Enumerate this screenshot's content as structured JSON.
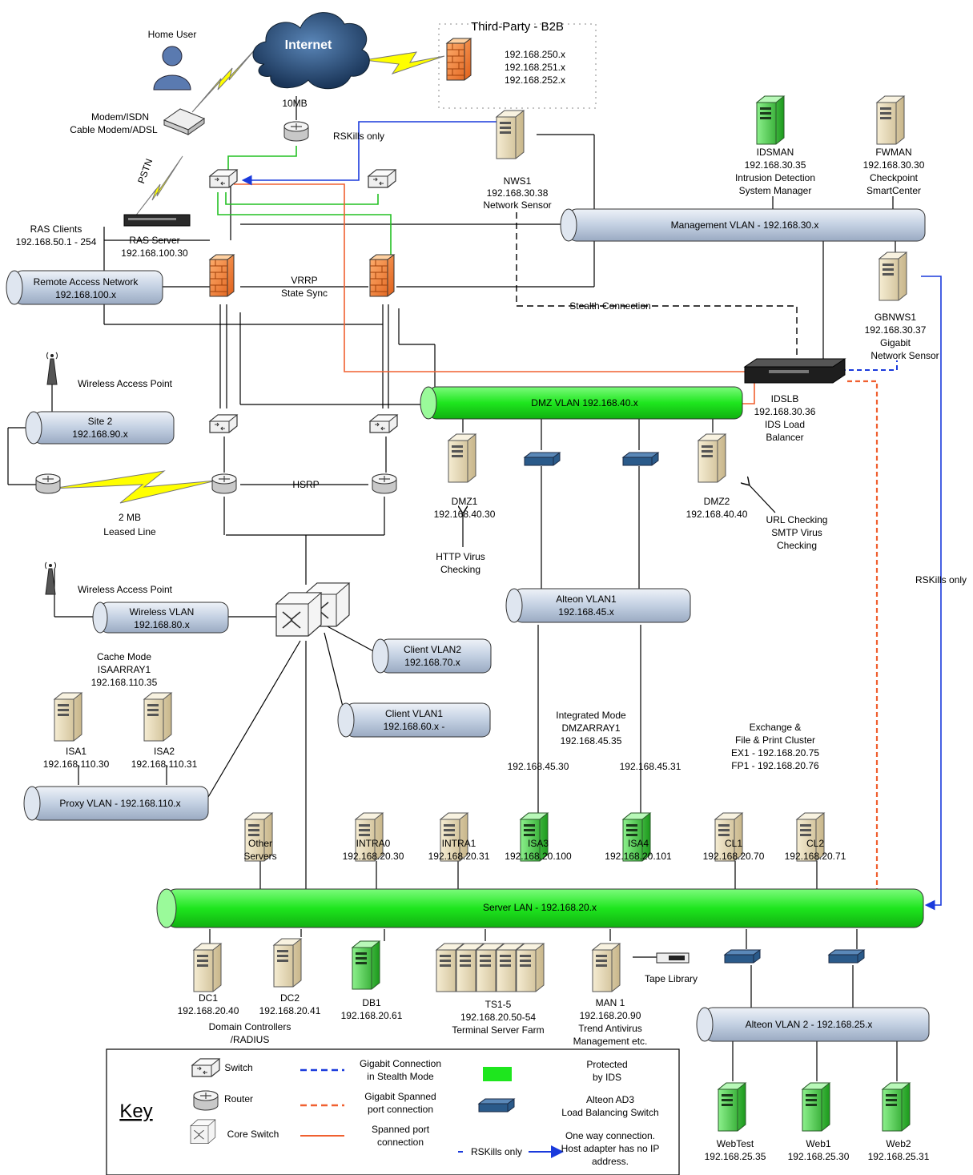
{
  "third_party": {
    "title": "Third-Party - B2B",
    "nets": [
      "192.168.250.x",
      "192.168.251.x",
      "192.168.252.x"
    ]
  },
  "internet": {
    "label": "Internet",
    "speed": "10MB"
  },
  "home_user": "Home User",
  "modem": [
    "Modem/ISDN",
    "Cable Modem/ADSL"
  ],
  "pstn": "PSTN",
  "rskills_top": "RSKills only",
  "rskills_right": "RSKills only",
  "nws1": [
    "NWS1",
    "192.168.30.38",
    "Network Sensor"
  ],
  "idsman": [
    "IDSMAN",
    "192.168.30.35",
    "Intrusion Detection",
    "System Manager"
  ],
  "fwman": [
    "FWMAN",
    "192.168.30.30",
    "Checkpoint",
    "SmartCenter"
  ],
  "mgmt_vlan": "Management VLAN - 192.168.30.x",
  "ras_clients": [
    "RAS Clients",
    "192.168.50.1 - 254"
  ],
  "ras_server": [
    "RAS Server",
    "192.168.100.30"
  ],
  "remote_net": [
    "Remote Access Network",
    "192.168.100.x"
  ],
  "vrrp": [
    "VRRP",
    "State Sync"
  ],
  "stealth": "Stealth Connection",
  "gbnws1": [
    "GBNWS1",
    "192.168.30.37",
    "Gigabit",
    "Network Sensor"
  ],
  "idslb": [
    "IDSLB",
    "192.168.30.36",
    "IDS Load",
    "Balancer"
  ],
  "wap1": "Wireless Access Point",
  "site2": [
    "Site 2",
    "192.168.90.x"
  ],
  "dmz_vlan": "DMZ  VLAN 192.168.40.x",
  "hsrp": "HSRP",
  "leased": [
    "2 MB",
    "Leased Line"
  ],
  "dmz1": [
    "DMZ1",
    "192.168.40.30"
  ],
  "http_virus": [
    "HTTP Virus",
    "Checking"
  ],
  "dmz2": [
    "DMZ2",
    "192.168.40.40"
  ],
  "url_check": [
    "URL Checking",
    "SMTP Virus",
    "Checking"
  ],
  "wap2": "Wireless Access Point",
  "wireless_vlan": [
    "Wireless VLAN",
    "192.168.80.x"
  ],
  "alteon_vlan1": [
    "Alteon VLAN1",
    "192.168.45.x"
  ],
  "client_vlan2": [
    "Client VLAN2",
    "192.168.70.x"
  ],
  "client_vlan1": [
    "Client VLAN1",
    "192.168.60.x -"
  ],
  "cache_mode": [
    "Cache Mode",
    "ISAARRAY1",
    "192.168.110.35"
  ],
  "isa1": [
    "ISA1",
    "192.168.110.30"
  ],
  "isa2": [
    "ISA2",
    "192.168.110.31"
  ],
  "proxy_vlan": "Proxy VLAN - 192.168.110.x",
  "integrated": [
    "Integrated Mode",
    "DMZARRAY1",
    "192.168.45.35"
  ],
  "ip_45_30": "192.168.45.30",
  "ip_45_31": "192.168.45.31",
  "exchange": [
    "Exchange &",
    "File & Print Cluster",
    "EX1 - 192.168.20.75",
    "FP1 - 192.168.20.76"
  ],
  "other_servers": [
    "Other",
    "Servers"
  ],
  "intra0": [
    "INTRA0",
    "192.168.20.30"
  ],
  "intra1": [
    "INTRA1",
    "192.168.20.31"
  ],
  "isa3": [
    "ISA3",
    "192.168.20.100"
  ],
  "isa4": [
    "ISA4",
    "192.168.20.101"
  ],
  "cl1": [
    "CL1",
    "192.168.20.70"
  ],
  "cl2": [
    "CL2",
    "192.168.20.71"
  ],
  "server_lan": "Server LAN - 192.168.20.x",
  "dc1": [
    "DC1",
    "192.168.20.40"
  ],
  "dc2": [
    "DC2",
    "192.168.20.41"
  ],
  "dc_desc": [
    "Domain Controllers",
    "/RADIUS"
  ],
  "db1": [
    "DB1",
    "192.168.20.61"
  ],
  "ts": [
    "TS1-5",
    "192.168.20.50-54",
    "Terminal Server Farm"
  ],
  "man1": [
    "MAN 1",
    "192.168.20.90",
    "Trend Antivirus",
    "Management etc."
  ],
  "tape": "Tape Library",
  "alteon_vlan2": "Alteon VLAN 2 - 192.168.25.x",
  "webtest": [
    "WebTest",
    "192.168.25.35"
  ],
  "web1": [
    "Web1",
    "192.168.25.30"
  ],
  "web2": [
    "Web2",
    "192.168.25.31"
  ],
  "key": {
    "title": "Key",
    "switch": "Switch",
    "router": "Router",
    "core": "Core Switch",
    "gig_stealth": [
      "Gigabit Connection",
      "in Stealth Mode"
    ],
    "gig_span": [
      "Gigabit Spanned",
      "port connection"
    ],
    "span": [
      "Spanned port",
      "connection"
    ],
    "rskills": "RSKills only",
    "protected": [
      "Protected",
      "by IDS"
    ],
    "alteon": [
      "Alteon AD3",
      "Load Balancing Switch"
    ],
    "oneway": [
      "One way connection.",
      "Host adapter has no IP",
      "address."
    ]
  },
  "colors": {
    "green": "#1ee61e",
    "blue_pipe": "#c9d6e6",
    "orange": "#f07030",
    "blue": "#1a3adc"
  }
}
